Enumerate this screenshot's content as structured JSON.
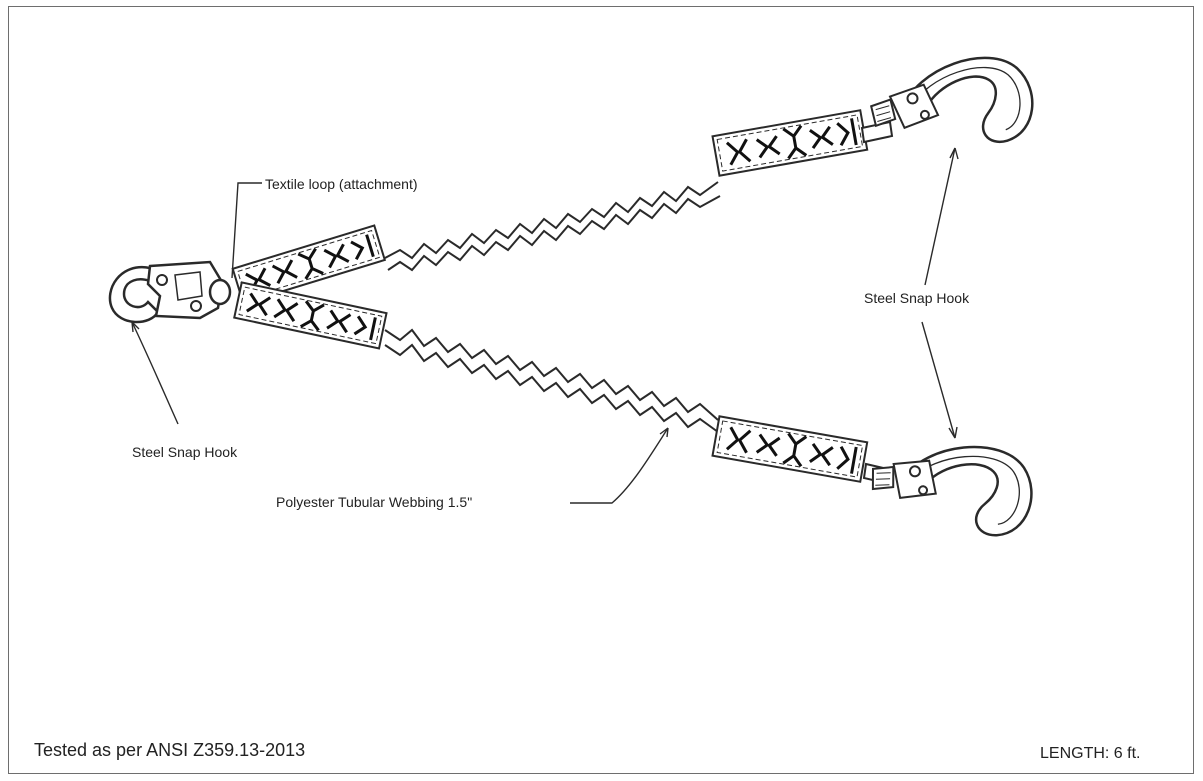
{
  "labels": {
    "textile_loop": "Textile loop (attachment)",
    "hook_left": "Steel Snap Hook",
    "hook_right": "Steel Snap Hook",
    "webbing": "Polyester Tubular Webbing 1.5\""
  },
  "footer": {
    "standard": "Tested as per ANSI Z359.13-2013",
    "length": "LENGTH: 6 ft."
  },
  "colors": {
    "line": "#2a2a2a",
    "frame": "#6e6e6e"
  }
}
